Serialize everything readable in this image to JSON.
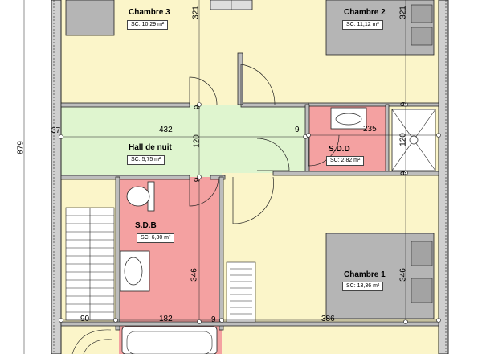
{
  "rooms": {
    "chambre3": {
      "name": "Chambre 3",
      "area": "SC: 10,29 m²",
      "fill": "#fbf5c9"
    },
    "chambre2": {
      "name": "Chambre 2",
      "area": "SC: 11,12 m²",
      "fill": "#fbf5c9"
    },
    "hall": {
      "name": "Hall de nuit",
      "area": "SC: 5,75 m²",
      "fill": "#dff5cf"
    },
    "sdd": {
      "name": "S.D.D",
      "area": "SC: 2,82 m²",
      "fill": "#f4a1a1"
    },
    "sdb": {
      "name": "S.D.B",
      "area": "SC: 6,30 m²",
      "fill": "#f4a1a1"
    },
    "chambre1": {
      "name": "Chambre 1",
      "area": "SC: 13,36 m²",
      "fill": "#fbf5c9"
    }
  },
  "dimensions": {
    "total_height": "879",
    "c3_height": "321",
    "c2_height": "321",
    "hall_width": "432",
    "hall_height": "120",
    "left_wall": "37",
    "partition_a": "9",
    "partition_b": "9",
    "partition_c": "9",
    "partition_d": "9",
    "partition_e": "9",
    "partition_f": "9",
    "sdd_width": "235",
    "sdd_height": "120",
    "sdb_height": "346",
    "c1_height": "346",
    "stair_width": "90",
    "sdb_width": "182",
    "c1_width": "386"
  },
  "colors": {
    "wall": "#8a8a8a",
    "furniture": "#b5b5b5",
    "line": "#222222"
  }
}
